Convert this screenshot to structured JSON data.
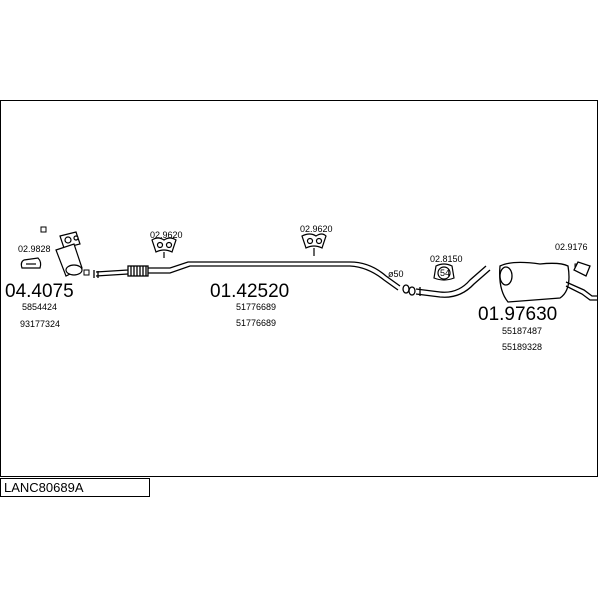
{
  "diagram_code": "LANC80689A",
  "parts": [
    {
      "number": "04.4075",
      "refs": [
        "5854424",
        "93177324"
      ]
    },
    {
      "number": "01.42520",
      "refs": [
        "51776689",
        "51776689"
      ]
    },
    {
      "number": "01.97630",
      "refs": [
        "55187487",
        "55189328"
      ]
    }
  ],
  "fittings": [
    "02.9828",
    "02.9620",
    "02.9620",
    "02.8150",
    "02.9176"
  ],
  "fitting_badge": "54",
  "diameter_label": "ø50",
  "pipe_color": "#000000"
}
